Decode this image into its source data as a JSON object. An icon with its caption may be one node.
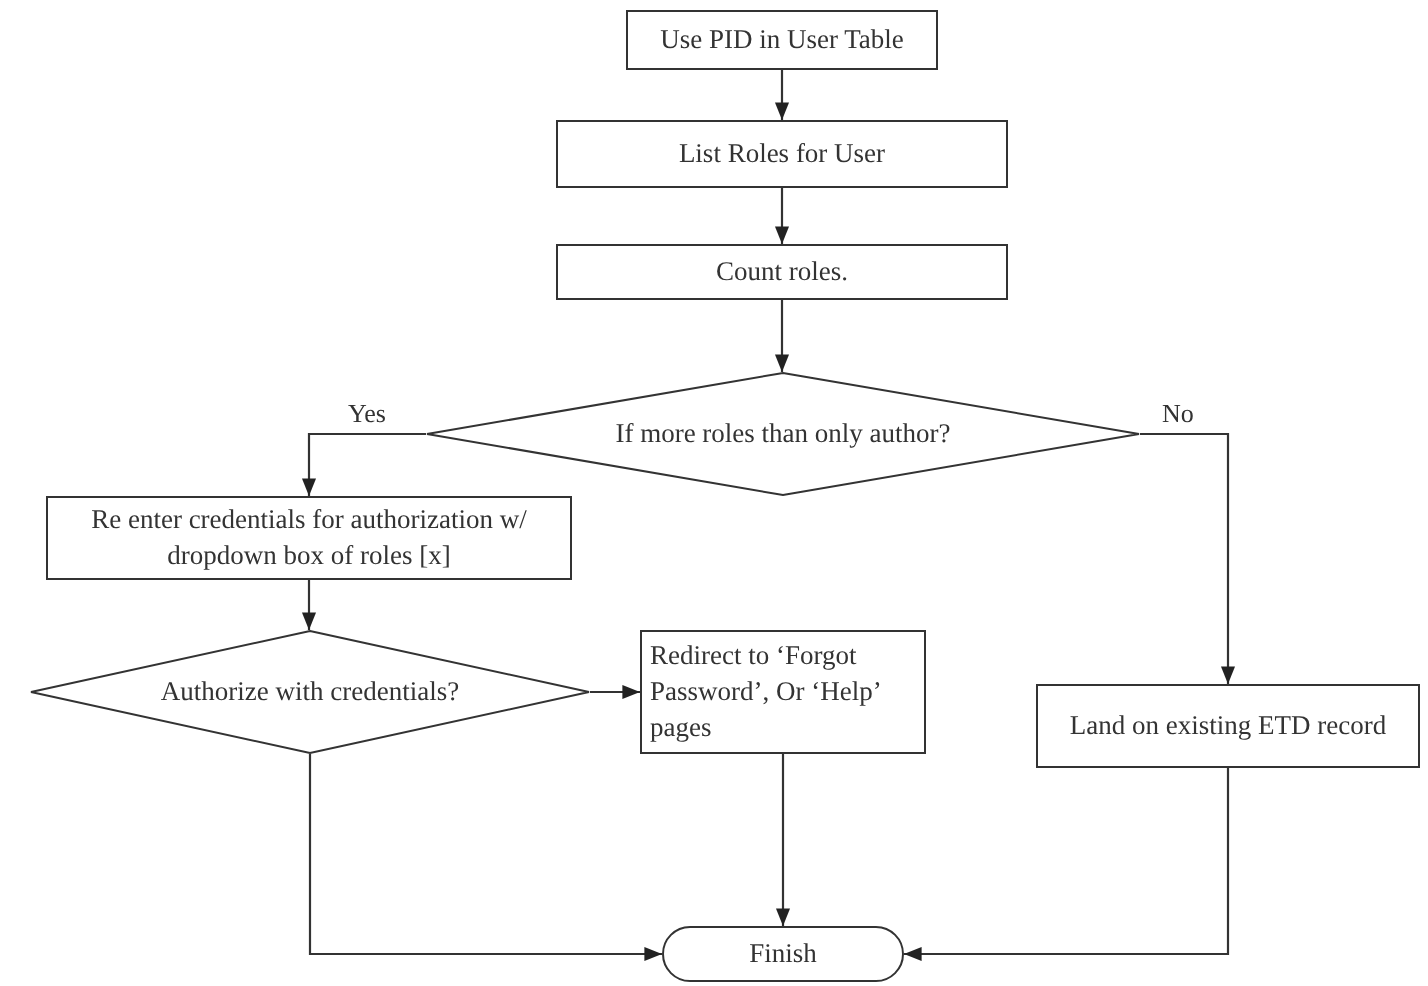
{
  "diagram": {
    "nodes": [
      {
        "text": [
          "Use PID in User Table"
        ]
      },
      {
        "text": [
          "List Roles for User"
        ]
      },
      {
        "text": [
          "Count roles."
        ]
      },
      {
        "text": [
          "If more roles than only author?"
        ]
      },
      {
        "text": [
          "Re enter credentials for authorization w/ dropdown box of roles [x]"
        ]
      },
      {
        "text": [
          "Authorize with credentials?"
        ]
      },
      {
        "text": [
          "Redirect  to ‘Forgot Password’, Or ‘Help’ pages"
        ]
      },
      {
        "text": [
          "Land on existing ETD record"
        ]
      },
      {
        "text": [
          "Finish"
        ]
      }
    ],
    "edges": [
      {
        "from": 0,
        "to": 1,
        "arrow": "to"
      },
      {
        "from": 1,
        "to": 2,
        "arrow": "to"
      },
      {
        "from": 2,
        "to": 3,
        "arrow": "to"
      },
      {
        "from": 3,
        "to": 4,
        "arrow": "to",
        "label": "Yes"
      },
      {
        "from": 3,
        "to": 7,
        "arrow": "to",
        "label": "No"
      },
      {
        "from": 4,
        "to": 5,
        "arrow": "to"
      },
      {
        "from": 5,
        "to": 6,
        "arrow": "to"
      },
      {
        "from": 5,
        "to": 8,
        "arrow": "to"
      },
      {
        "from": 6,
        "to": 8,
        "arrow": "to"
      },
      {
        "from": 7,
        "to": 8,
        "arrow": "to"
      }
    ]
  }
}
